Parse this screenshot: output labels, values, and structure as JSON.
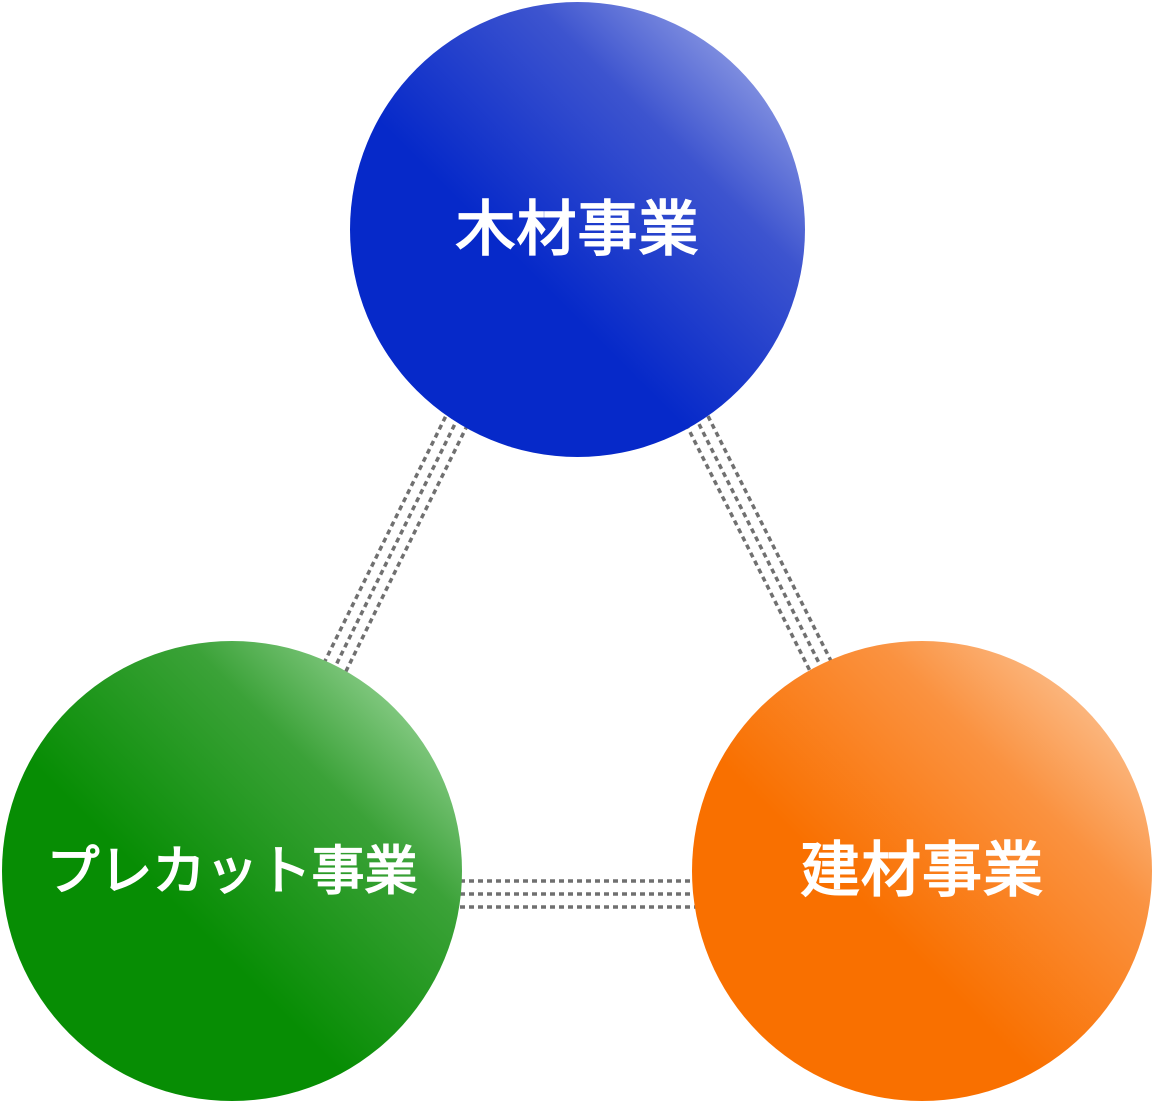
{
  "diagram": {
    "background": "#ffffff",
    "nodes": [
      {
        "id": "wood",
        "label": "木材事業",
        "color": "#0629c9",
        "color_light": "#98a4e6",
        "text_color": "#ffffff",
        "position": "top"
      },
      {
        "id": "precut",
        "label": "プレカット事業",
        "color": "#078d04",
        "color_light": "#9bd69a",
        "text_color": "#ffffff",
        "position": "bottom-left"
      },
      {
        "id": "building_materials",
        "label": "建材事業",
        "color": "#f97000",
        "color_light": "#fcc496",
        "text_color": "#ffffff",
        "position": "bottom-right"
      }
    ],
    "connections": [
      {
        "from": "木材事業",
        "to": "プレカット事業",
        "style": "triple-dashed-line",
        "color": "#707070"
      },
      {
        "from": "木材事業",
        "to": "建材事業",
        "style": "triple-dashed-line",
        "color": "#707070"
      },
      {
        "from": "プレカット事業",
        "to": "建材事業",
        "style": "triple-dashed-line",
        "color": "#707070"
      }
    ]
  },
  "theme": {
    "bg": "#ffffff",
    "node-blue": "#0629c9",
    "node-blue-mid": "#3d54cf",
    "node-blue-light": "#98a4e6",
    "node-green": "#078d04",
    "node-green-mid": "#3ba238",
    "node-green-light": "#9bd69a",
    "node-orange": "#f97000",
    "node-orange-mid": "#fa9240",
    "node-orange-light": "#fcc496",
    "connector": "#707070",
    "label-text": "#ffffff"
  }
}
